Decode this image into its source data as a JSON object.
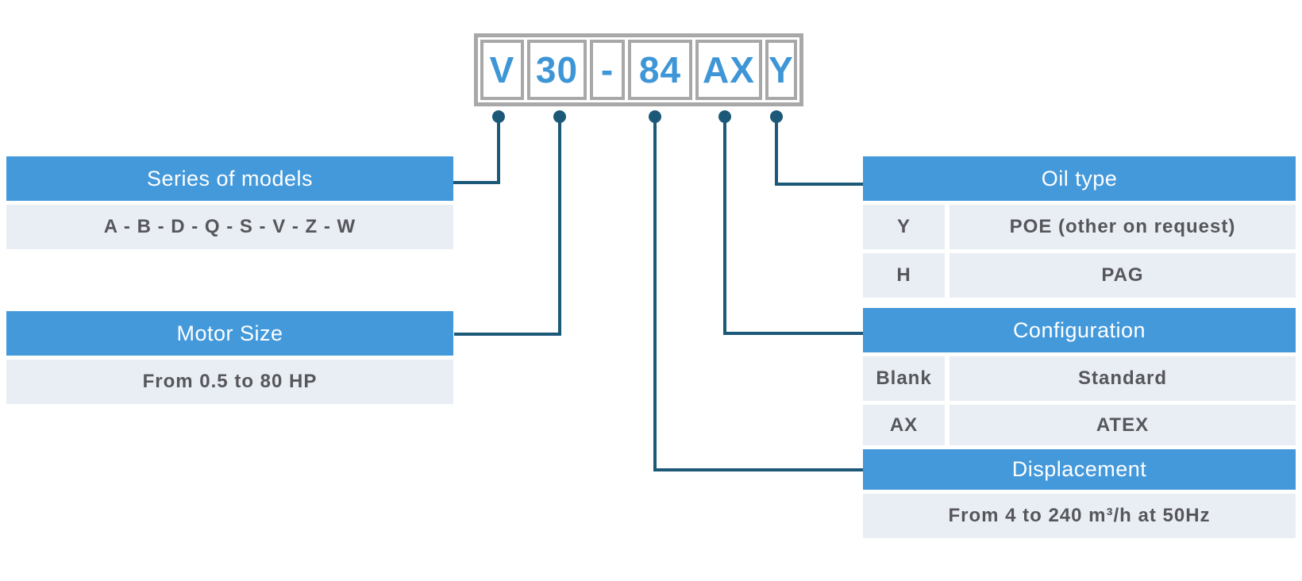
{
  "colors": {
    "header_blue": "#4499DB",
    "row_bg": "#E9EDF4",
    "code_blue": "#3E96D6",
    "connector": "#1C5878",
    "frame_gray": "#A8A8A8",
    "text_dark": "#56575B",
    "header_text": "#FFFFFF"
  },
  "code": {
    "segments": [
      "V",
      "30",
      "-",
      "84",
      "AX",
      "Y"
    ]
  },
  "sections": {
    "series": {
      "header": "Series of models",
      "value": "A - B - D - Q - S - V - Z - W"
    },
    "motor_size": {
      "header": "Motor Size",
      "value": "From 0.5 to 80 HP"
    },
    "oil_type": {
      "header": "Oil type",
      "rows": [
        {
          "key": "Y",
          "value": "POE (other on request)"
        },
        {
          "key": "H",
          "value": "PAG"
        }
      ]
    },
    "configuration": {
      "header": "Configuration",
      "rows": [
        {
          "key": "Blank",
          "value": "Standard"
        },
        {
          "key": "AX",
          "value": "ATEX"
        }
      ]
    },
    "displacement": {
      "header": "Displacement",
      "value": "From 4 to 240 m³/h at 50Hz"
    }
  }
}
